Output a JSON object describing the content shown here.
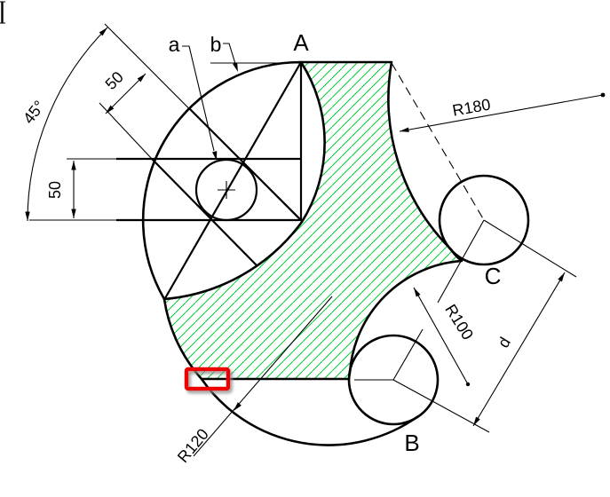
{
  "drawing_type": "CAD geometric construction exercise",
  "labels": {
    "A": "A",
    "B": "B",
    "C": "C",
    "a": "a",
    "b": "b"
  },
  "dimensions": {
    "angle_45": "45°",
    "dim_50_slanted": "50",
    "dim_50_vertical": "50",
    "radius_180": "R180",
    "radius_100": "R100",
    "radius_120": "R120",
    "distance_d": "d"
  },
  "colors": {
    "line": "#000000",
    "hatch": "#00cc33",
    "highlight": "#ee0000",
    "background": "#ffffff"
  }
}
